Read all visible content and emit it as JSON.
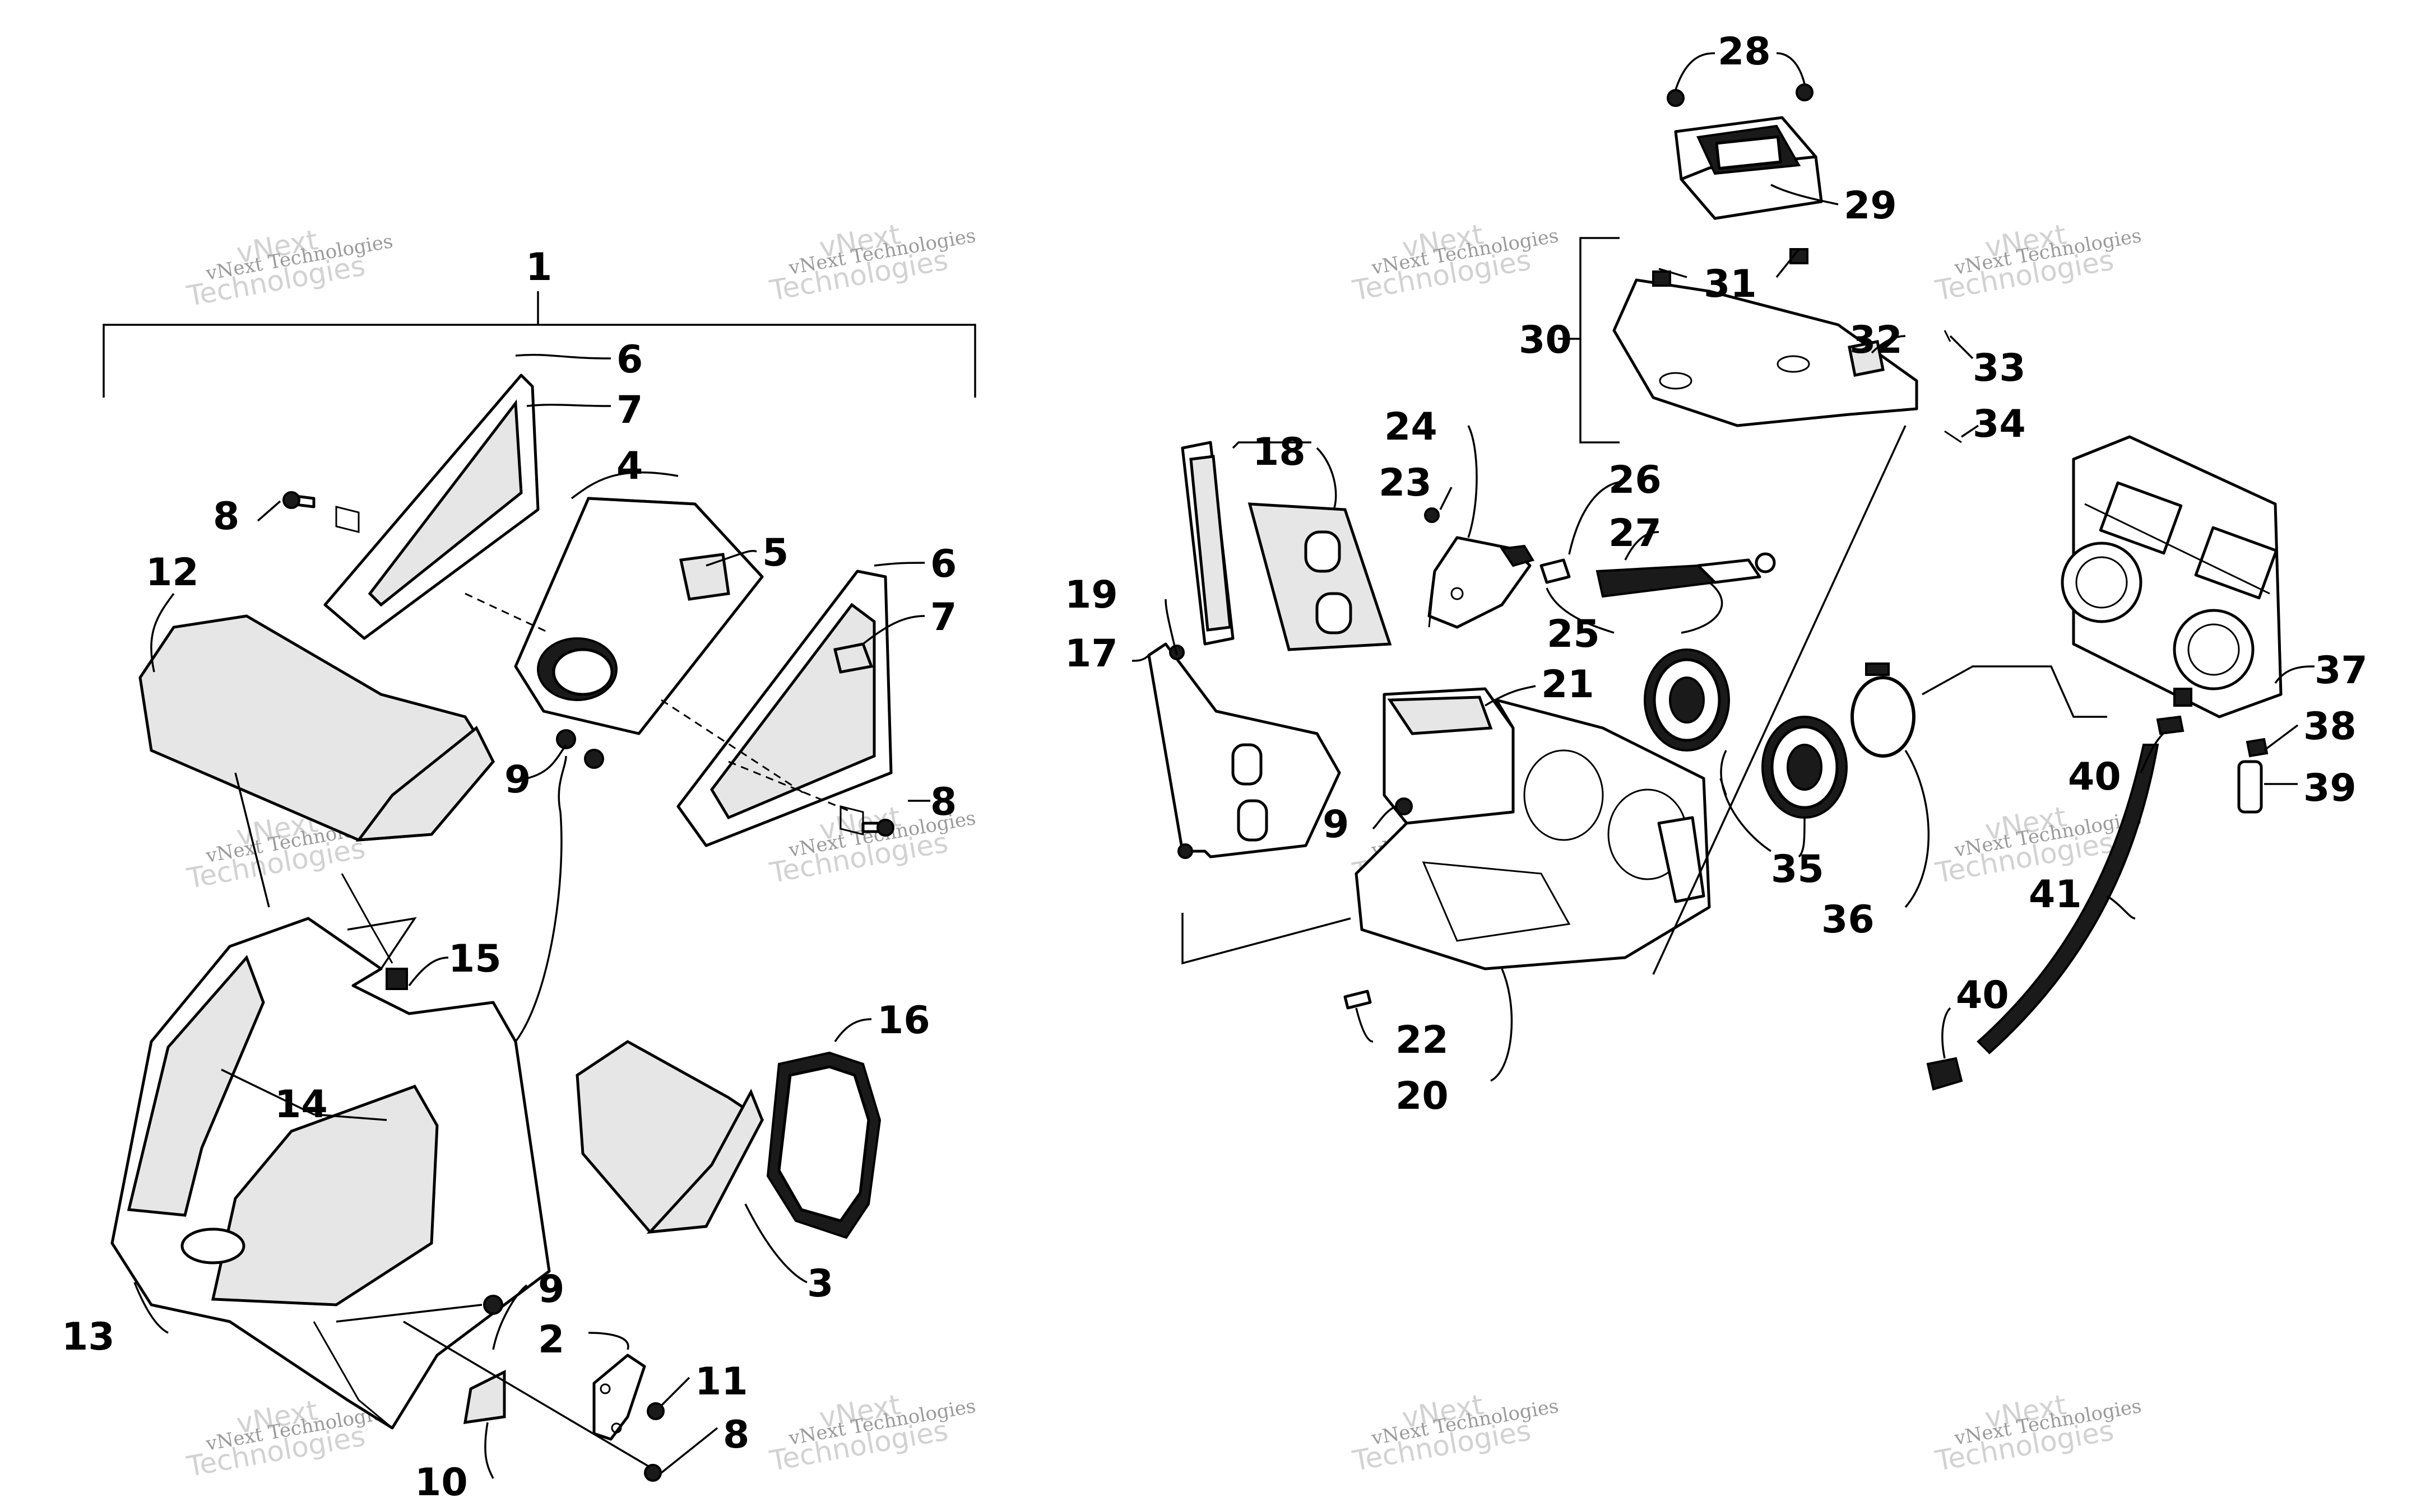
{
  "callouts": {
    "c1": "1",
    "c2": "2",
    "c3": "3",
    "c4": "4",
    "c5": "5",
    "c6a": "6",
    "c6b": "6",
    "c7a": "7",
    "c7b": "7",
    "c8a": "8",
    "c8b": "8",
    "c8c": "8",
    "c9a": "9",
    "c9b": "9",
    "c9c": "9",
    "c10": "10",
    "c11": "11",
    "c12": "12",
    "c13": "13",
    "c14": "14",
    "c15": "15",
    "c16": "16",
    "c17": "17",
    "c18": "18",
    "c19": "19",
    "c20": "20",
    "c21": "21",
    "c22": "22",
    "c23": "23",
    "c24": "24",
    "c25": "25",
    "c26": "26",
    "c27": "27",
    "c28": "28",
    "c29": "29",
    "c30": "30",
    "c31": "31",
    "c32": "32",
    "c33": "33",
    "c34": "34",
    "c35": "35",
    "c36": "36",
    "c37": "37",
    "c38": "38",
    "c39": "39",
    "c40a": "40",
    "c40b": "40",
    "c41": "41"
  },
  "watermark": {
    "line1": "vNext Technologies",
    "line2": "vNext",
    "line3": "Technologies"
  }
}
